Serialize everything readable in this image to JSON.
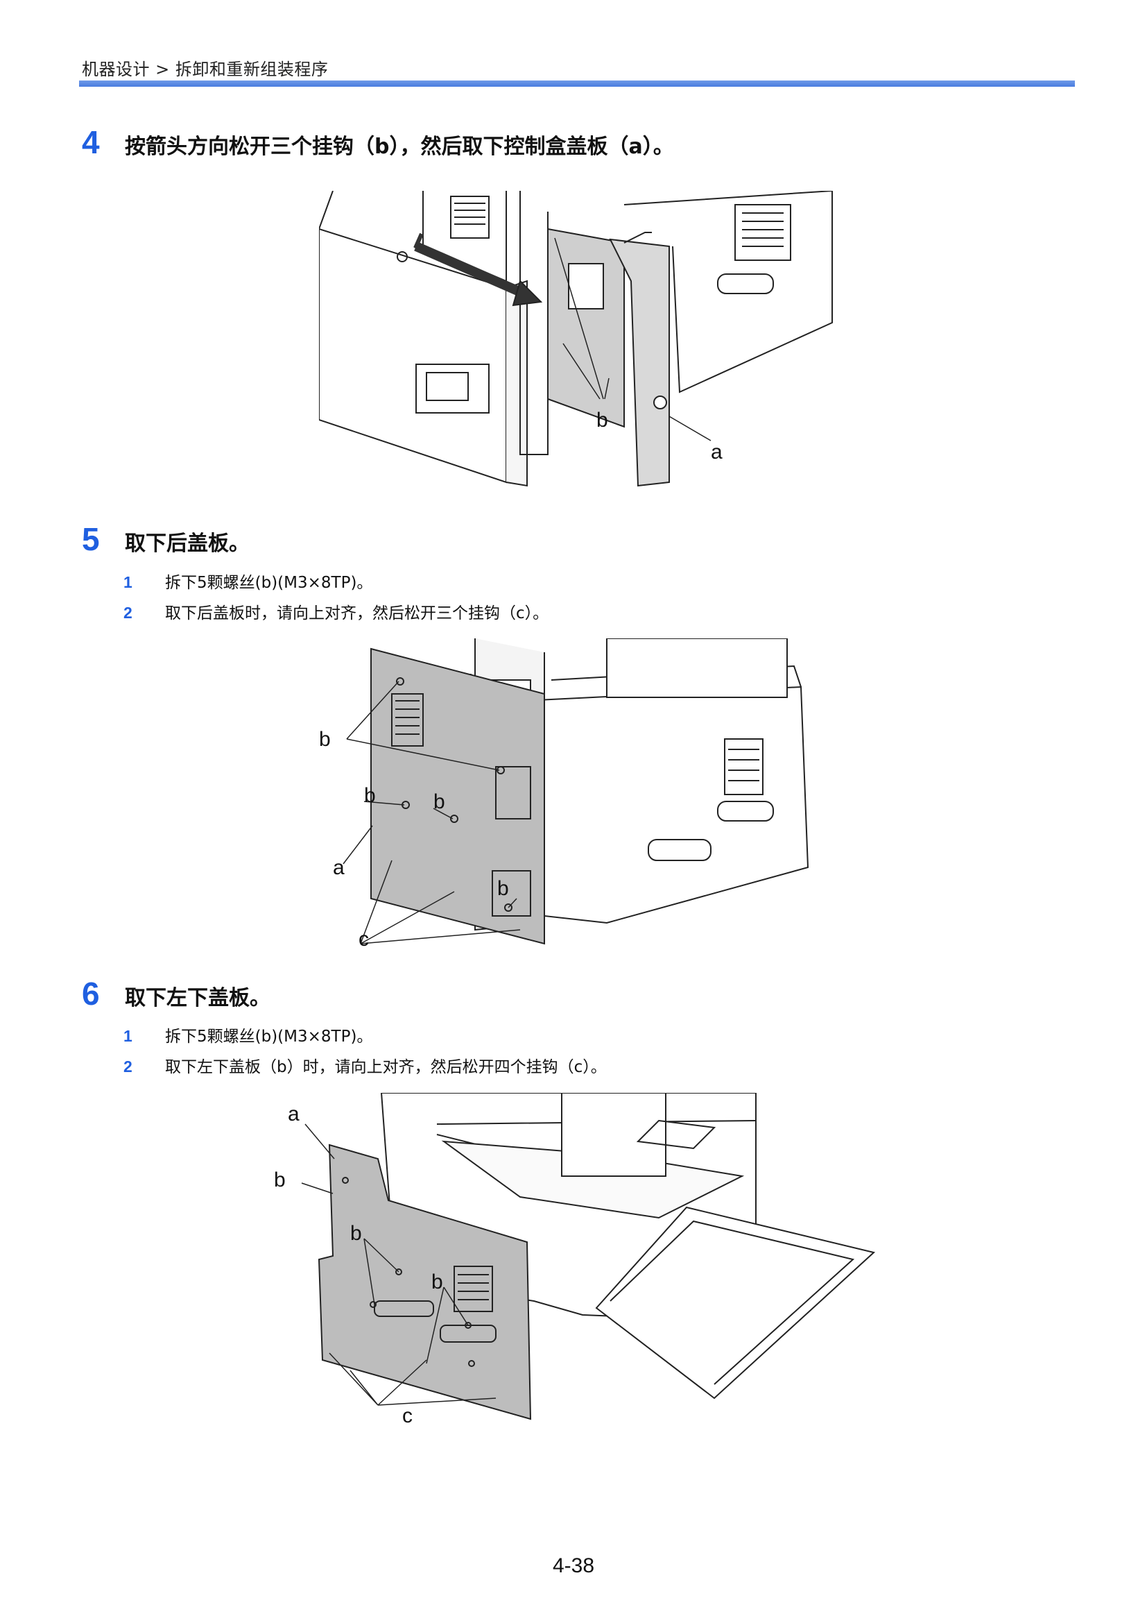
{
  "header": {
    "breadcrumb": "机器设计 > 拆卸和重新组装程序"
  },
  "steps": [
    {
      "number": "4",
      "title": "按箭头方向松开三个挂钩（b），然后取下控制盒盖板（a）。",
      "substeps": [],
      "figure_labels": [
        "b",
        "a"
      ]
    },
    {
      "number": "5",
      "title": "取下后盖板。",
      "substeps": [
        {
          "number": "1",
          "text": "拆下5颗螺丝(b)(M3×8TP)。"
        },
        {
          "number": "2",
          "text": "取下后盖板时，请向上对齐，然后松开三个挂钩（c）。"
        }
      ],
      "figure_labels": [
        "b",
        "b",
        "b",
        "a",
        "b",
        "c"
      ]
    },
    {
      "number": "6",
      "title": "取下左下盖板。",
      "substeps": [
        {
          "number": "1",
          "text": "拆下5颗螺丝(b)(M3×8TP)。"
        },
        {
          "number": "2",
          "text": "取下左下盖板（b）时，请向上对齐，然后松开四个挂钩（c）。"
        }
      ],
      "figure_labels": [
        "a",
        "b",
        "b",
        "b",
        "c"
      ]
    }
  ],
  "footer": {
    "page_number": "4-38"
  },
  "colors": {
    "accent": "#1f5fe0",
    "rule": "#5b8ae4",
    "panel_fill": "#bdbdbd"
  }
}
